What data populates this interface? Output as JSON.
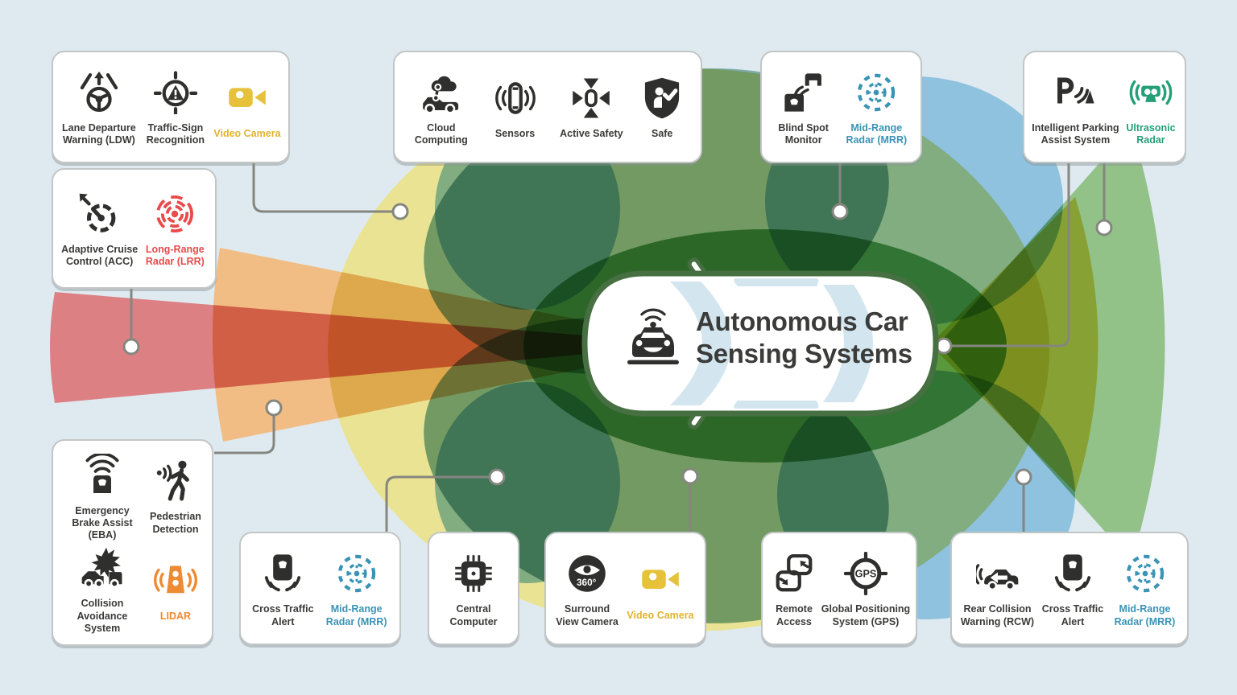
{
  "title": {
    "line1": "Autonomous Car",
    "line2": "Sensing Systems"
  },
  "palette": {
    "background": "#dfeaf0",
    "card_border": "#c2c6c6",
    "ink": "#3a3a38",
    "line": "#85867f",
    "yellow": "#e2b32e",
    "red": "#e84b4b",
    "blue": "#3b93b5",
    "green": "#23a077",
    "orange": "#ee8a33",
    "car_outline": "#466f42",
    "window_blue": "#d3e5ef"
  },
  "zones": [
    {
      "name": "surround-camera-zone",
      "color": "#eae393"
    },
    {
      "name": "rear-camera-zone",
      "color": "#ecd463"
    },
    {
      "name": "lidar-zone",
      "color": "#f2bd85"
    },
    {
      "name": "long-range-radar-zone",
      "color": "#dd8084"
    },
    {
      "name": "mid-range-radar-zone-top",
      "color": "#7dadaa"
    },
    {
      "name": "mid-range-radar-zone-bottom",
      "color": "#7dadaa"
    },
    {
      "name": "blind-spot-zone-front-top",
      "color": "#8ec2de"
    },
    {
      "name": "blind-spot-zone-rear-top",
      "color": "#8ec2de"
    },
    {
      "name": "blind-spot-zone-front-bottom",
      "color": "#8ec2de"
    },
    {
      "name": "blind-spot-zone-rear-bottom",
      "color": "#8ec2de"
    },
    {
      "name": "ultrasonic-zone",
      "color": "#93c289"
    },
    {
      "name": "short-range-zone",
      "color": "#62ab67"
    }
  ],
  "cards": [
    {
      "id": "lane-departure-card",
      "items": [
        {
          "icon": "steering-wheel-icon",
          "label": "Lane Departure\nWarning (LDW)",
          "tone": "ink"
        },
        {
          "icon": "traffic-sign-icon",
          "label": "Traffic-Sign\nRecognition",
          "tone": "ink"
        },
        {
          "icon": "video-camera-icon",
          "label": "Video Camera",
          "tone": "yellow"
        }
      ]
    },
    {
      "id": "adaptive-cruise-card",
      "items": [
        {
          "icon": "speedometer-icon",
          "label": "Adaptive Cruise\nControl (ACC)",
          "tone": "ink"
        },
        {
          "icon": "long-range-radar-icon",
          "label": "Long-Range\nRadar (LRR)",
          "tone": "red"
        }
      ]
    },
    {
      "id": "cloud-safety-card",
      "items": [
        {
          "icon": "cloud-car-icon",
          "label": "Cloud\nComputing",
          "tone": "ink"
        },
        {
          "icon": "car-sensors-icon",
          "label": "Sensors",
          "tone": "ink"
        },
        {
          "icon": "active-safety-icon",
          "label": "Active Safety",
          "tone": "ink"
        },
        {
          "icon": "shield-check-icon",
          "label": "Safe",
          "tone": "ink"
        }
      ]
    },
    {
      "id": "blind-spot-card",
      "items": [
        {
          "icon": "blind-spot-icon",
          "label": "Blind Spot\nMonitor",
          "tone": "ink"
        },
        {
          "icon": "mid-range-radar-icon",
          "label": "Mid-Range\nRadar (MRR)",
          "tone": "blue"
        }
      ]
    },
    {
      "id": "parking-assist-card",
      "items": [
        {
          "icon": "parking-assist-icon",
          "label": "Intelligent Parking\nAssist System",
          "tone": "ink"
        },
        {
          "icon": "ultrasonic-sensor-icon",
          "label": "Ultrasonic\nRadar",
          "tone": "green"
        }
      ]
    },
    {
      "id": "collision-avoidance-card",
      "items": [
        {
          "icon": "emergency-brake-icon",
          "label": "Emergency\nBrake Assist (EBA)",
          "tone": "ink"
        },
        {
          "icon": "pedestrian-icon",
          "label": "Pedestrian\nDetection",
          "tone": "ink"
        },
        {
          "icon": "collision-icon",
          "label": "Collision\nAvoidance System",
          "tone": "ink"
        },
        {
          "icon": "lidar-icon",
          "label": "LIDAR",
          "tone": "orange"
        }
      ]
    },
    {
      "id": "cross-traffic-card",
      "items": [
        {
          "icon": "cross-traffic-icon",
          "label": "Cross Traffic\nAlert",
          "tone": "ink"
        },
        {
          "icon": "mid-range-radar-icon",
          "label": "Mid-Range\nRadar (MRR)",
          "tone": "blue"
        }
      ]
    },
    {
      "id": "central-computer-card",
      "items": [
        {
          "icon": "cpu-chip-icon",
          "label": "Central\nComputer",
          "tone": "ink"
        }
      ]
    },
    {
      "id": "surround-view-card",
      "items": [
        {
          "icon": "surround-view-icon",
          "label": "Surround\nView Camera",
          "tone": "ink"
        },
        {
          "icon": "video-camera-icon",
          "label": "Video Camera",
          "tone": "yellow"
        }
      ]
    },
    {
      "id": "remote-gps-card",
      "items": [
        {
          "icon": "remote-access-icon",
          "label": "Remote\nAccess",
          "tone": "ink"
        },
        {
          "icon": "gps-icon",
          "label": "Global Positioning\nSystem (GPS)",
          "tone": "ink"
        }
      ]
    },
    {
      "id": "rear-collision-card",
      "items": [
        {
          "icon": "rear-collision-icon",
          "label": "Rear Collision\nWarning (RCW)",
          "tone": "ink"
        },
        {
          "icon": "cross-traffic-icon",
          "label": "Cross Traffic\nAlert",
          "tone": "ink"
        },
        {
          "icon": "mid-range-radar-icon",
          "label": "Mid-Range\nRadar (MRR)",
          "tone": "blue"
        }
      ]
    }
  ]
}
